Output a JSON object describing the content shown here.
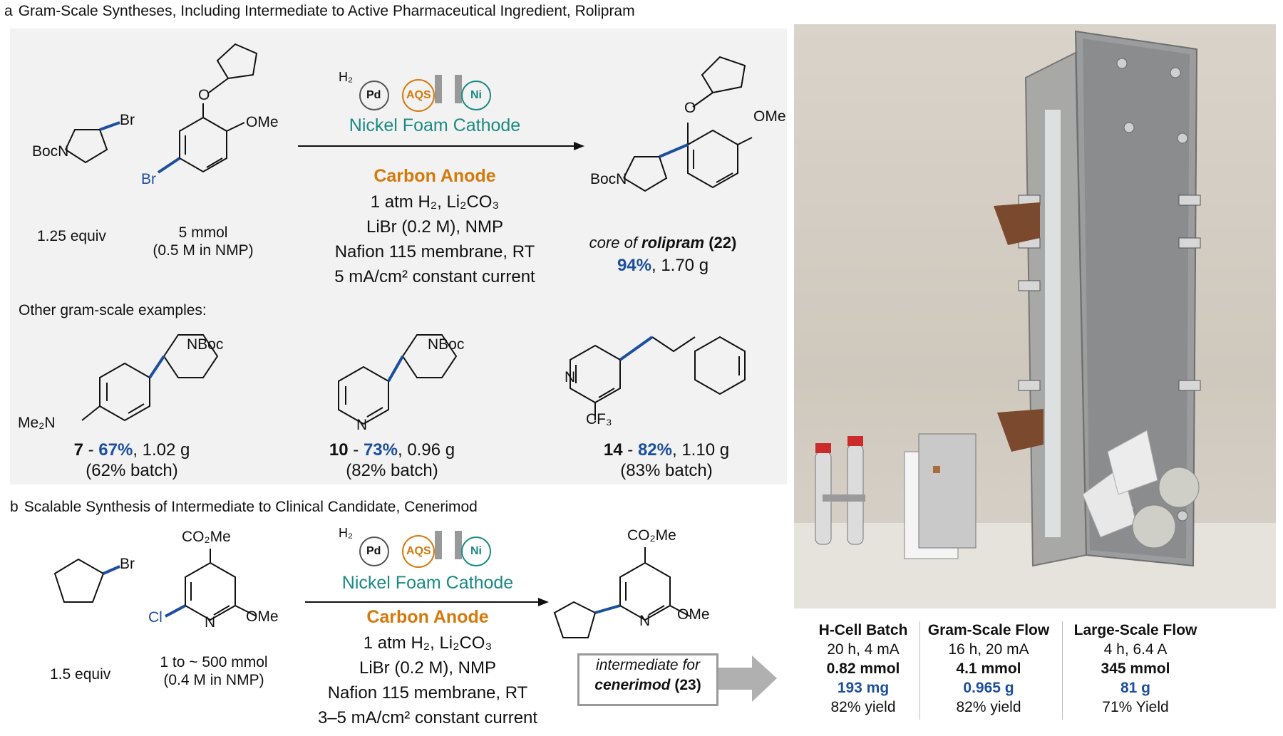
{
  "panel_a": {
    "letter": "a",
    "title": "Gram-Scale Syntheses, Including Intermediate to Active Pharmaceutical Ingredient, Rolipram",
    "reactant1": {
      "group_boc": "BocN",
      "group_br": "Br",
      "equiv": "1.25 equiv"
    },
    "reactant2": {
      "group_ome": "OMe",
      "group_o": "O",
      "group_br": "Br",
      "amount": "5 mmol",
      "conc": "(0.5 M in NMP)"
    },
    "catalysis": {
      "h2": "H₂",
      "pd": "Pd",
      "aqs": "AQS",
      "ni": "Ni"
    },
    "cathode": "Nickel Foam Cathode",
    "anode": "Carbon Anode",
    "conditions": [
      "1 atm H₂, Li₂CO₃",
      "LiBr (0.2 M), NMP",
      "Nafion 115 membrane, RT",
      "5 mA/cm² constant current"
    ],
    "product": {
      "group_ome": "OMe",
      "group_o": "O",
      "group_boc": "BocN",
      "label_pre": "core of ",
      "label_name": "rolipram",
      "label_num": "(22)",
      "yield_pct": "94%",
      "yield_mass": ", 1.70 g"
    },
    "other_heading": "Other gram-scale examples:",
    "examples": [
      {
        "num": "7",
        "sep": " - ",
        "pct": "67%",
        "mass": ", 1.02 g",
        "batch": "(62% batch)",
        "g1": "NBoc",
        "g2": "Me₂N"
      },
      {
        "num": "10",
        "sep": " - ",
        "pct": "73%",
        "mass": ", 0.96 g",
        "batch": "(82% batch)",
        "g1": "NBoc",
        "g2": "N"
      },
      {
        "num": "14",
        "sep": " - ",
        "pct": "82%",
        "mass": ", 1.10 g",
        "batch": "(83% batch)",
        "g1": "N",
        "g2": "CF₃"
      }
    ]
  },
  "panel_b": {
    "letter": "b",
    "title": "Scalable Synthesis of Intermediate to Clinical Candidate, Cenerimod",
    "reactant1": {
      "group_br": "Br",
      "equiv": "1.5 equiv"
    },
    "reactant2": {
      "group_co2me": "CO₂Me",
      "group_cl": "Cl",
      "group_n": "N",
      "group_ome": "OMe",
      "amount": "1 to ~ 500 mmol",
      "conc": "(0.4 M in NMP)"
    },
    "catalysis": {
      "h2": "H₂",
      "pd": "Pd",
      "aqs": "AQS",
      "ni": "Ni"
    },
    "cathode": "Nickel Foam Cathode",
    "anode": "Carbon Anode",
    "conditions": [
      "1 atm H₂, Li₂CO₃",
      "LiBr (0.2 M), NMP",
      "Nafion 115 membrane, RT",
      "3–5 mA/cm² constant current"
    ],
    "product": {
      "group_co2me": "CO₂Me",
      "group_n": "N",
      "group_ome": "OMe"
    },
    "intermediate_box": {
      "line1": "intermediate for",
      "line2_name": "cenerimod",
      "line2_num": "(23)"
    }
  },
  "reactors": [
    {
      "name": "H-Cell Batch",
      "conditions": "20 h, 4 mA",
      "mmol": "0.82 mmol",
      "mass": "193 mg",
      "yield": "82% yield"
    },
    {
      "name": "Gram-Scale Flow",
      "conditions": "16 h, 20 mA",
      "mmol": "4.1 mmol",
      "mass": "0.965 g",
      "yield": "82% yield"
    },
    {
      "name": "Large-Scale Flow",
      "conditions": "4 h, 6.4 A",
      "mmol": "345 mmol",
      "mass": "81 g",
      "yield": "71% Yield"
    }
  ],
  "colors": {
    "blue": "#1c4f9c",
    "teal": "#1a8a82",
    "orange": "#d47a0d",
    "panel_bg": "#f2f2f2"
  }
}
